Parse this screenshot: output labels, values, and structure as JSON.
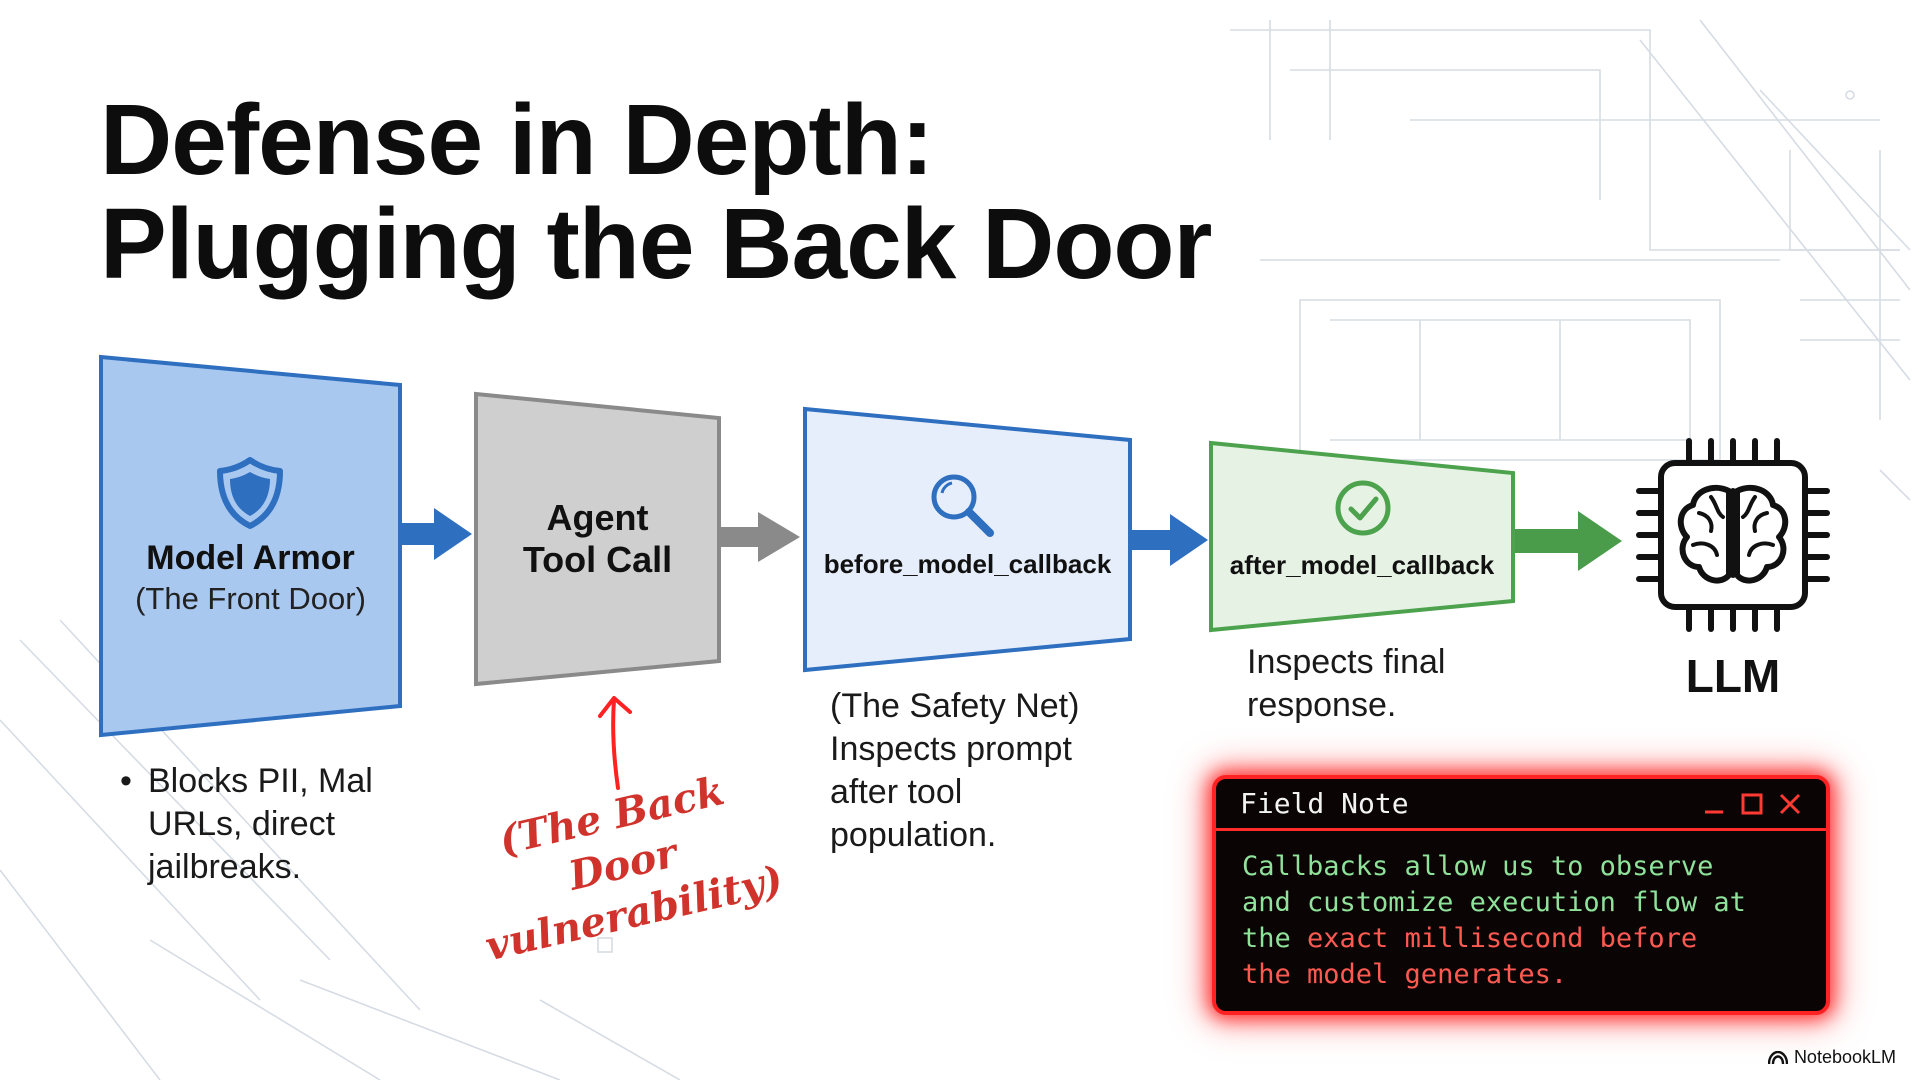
{
  "slide": {
    "title_line1": "Defense in Depth:",
    "title_line2": "Plugging the Back Door"
  },
  "flow": {
    "model_armor": {
      "title": "Model Armor",
      "subtitle": "(The Front Door)",
      "icon": "shield-icon",
      "notes": [
        "Blocks PII, Mal",
        "URLs, direct",
        "jailbreaks."
      ]
    },
    "agent_tool_call": {
      "title_line1": "Agent",
      "title_line2": "Tool Call",
      "handnote_line1": "(The Back Door",
      "handnote_line2": "vulnerability)"
    },
    "before_callback": {
      "title": "before_model_callback",
      "icon": "magnifier-icon",
      "notes": [
        "(The Safety Net)",
        "Inspects prompt",
        "after tool",
        "population."
      ]
    },
    "after_callback": {
      "title": "after_model_callback",
      "icon": "check-circle-icon",
      "notes": [
        "Inspects final",
        "response."
      ]
    },
    "llm": {
      "label": "LLM",
      "icon": "brain-chip-icon"
    }
  },
  "field_note": {
    "title": "Field Note",
    "line1": "Callbacks allow us to observe",
    "line2": "and customize execution flow at",
    "line3_pre": "the ",
    "line3_red": "exact millisecond before",
    "line4_red": "the model generates."
  },
  "brand": {
    "label": "NotebookLM"
  },
  "colors": {
    "armor_fill": "#a9c8f0",
    "armor_stroke": "#2f6fc0",
    "gray_fill": "#cfcfcf",
    "gray_stroke": "#8a8a8a",
    "before_fill": "#e6eefb",
    "after_fill": "#e6f3e4",
    "after_stroke": "#4da24d",
    "arrow_blue": "#2f6fc0",
    "arrow_gray": "#8a8a8a",
    "arrow_green": "#4a9c4a",
    "alert_red": "#ff2222"
  }
}
